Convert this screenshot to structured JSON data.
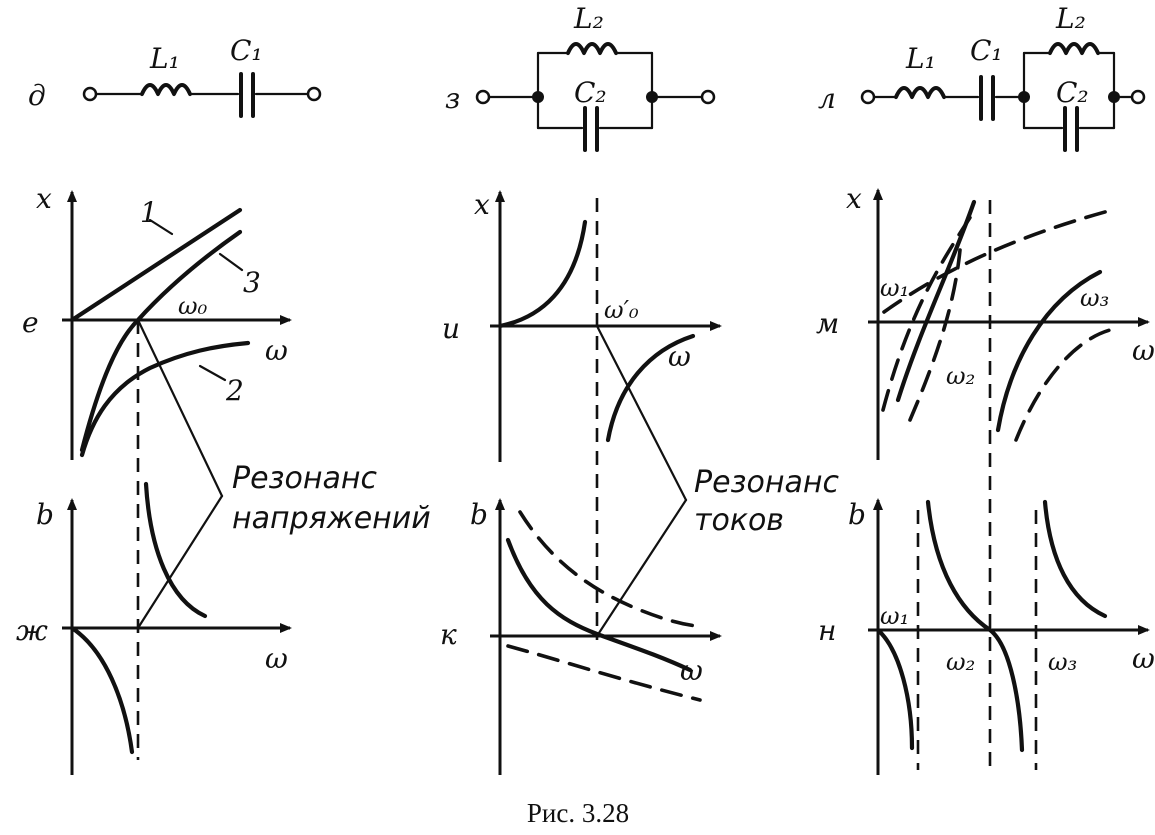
{
  "panels": {
    "d": "д",
    "z": "з",
    "l": "л",
    "e": "е",
    "i": "и",
    "m": "м",
    "zh": "ж",
    "k": "к",
    "n": "н"
  },
  "components": {
    "L1": "L₁",
    "C1": "C₁",
    "L2": "L₂",
    "C2": "C₂"
  },
  "axes": {
    "x": "x",
    "b": "b",
    "omega": "ω"
  },
  "marks": {
    "omega0": "ω₀",
    "omega0p": "ω′₀",
    "omega1": "ω₁",
    "omega2": "ω₂",
    "omega3": "ω₃",
    "curve1": "1",
    "curve2": "2",
    "curve3": "3"
  },
  "notes": {
    "voltage_res_1": "Резонанс",
    "voltage_res_2": "напряжений",
    "current_res_1": "Резонанс",
    "current_res_2": "токов"
  },
  "caption": "Рис. 3.28"
}
